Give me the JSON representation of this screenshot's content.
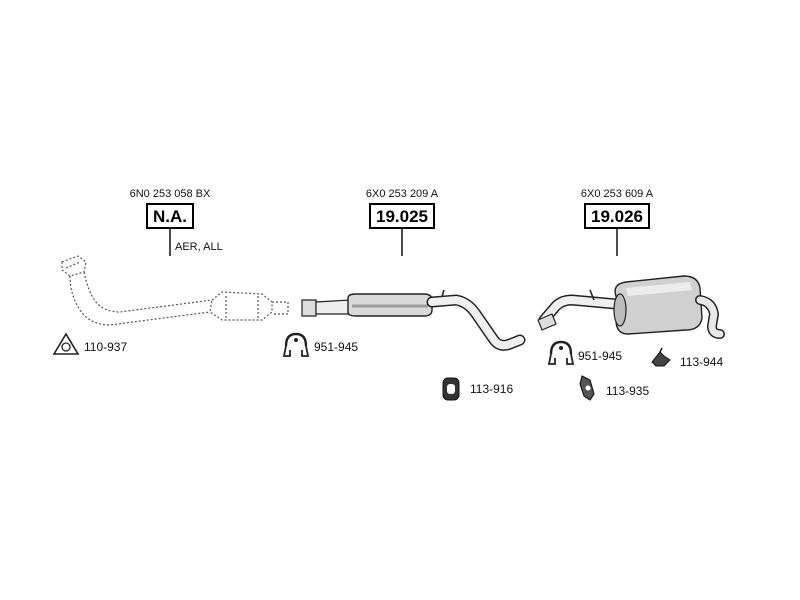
{
  "assemblies": [
    {
      "ref_code": "6N0 253 058 BX",
      "label": "N.A.",
      "note": "AER, ALL"
    },
    {
      "ref_code": "6X0 253 209 A",
      "label": "19.025"
    },
    {
      "ref_code": "6X0 253 609 A",
      "label": "19.026"
    }
  ],
  "parts": [
    {
      "number": "110-937",
      "icon": "gasket-icon"
    },
    {
      "number": "951-945",
      "icon": "clamp-icon"
    },
    {
      "number": "113-916",
      "icon": "rubber-mount-icon"
    },
    {
      "number": "951-945",
      "icon": "clamp-icon"
    },
    {
      "number": "113-935",
      "icon": "hanger-icon"
    },
    {
      "number": "113-944",
      "icon": "bracket-icon"
    }
  ]
}
